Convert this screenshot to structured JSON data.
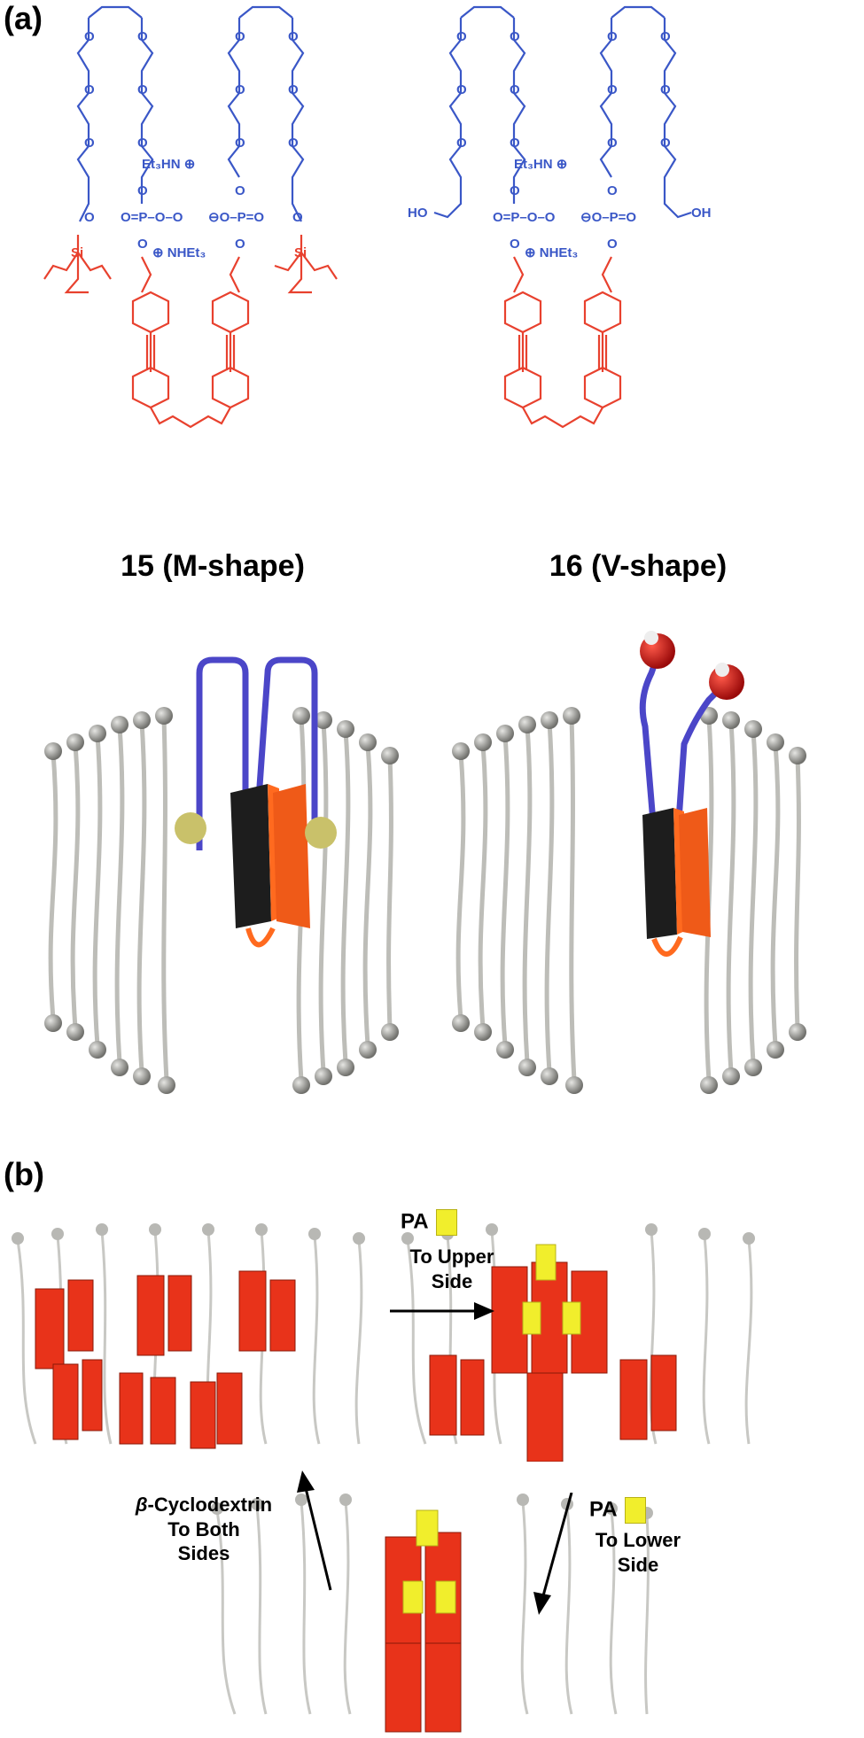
{
  "panel_a": {
    "label": "(a)",
    "compound_15": {
      "caption": "15 (M-shape)",
      "atoms": [
        "O",
        "O",
        "O",
        "O",
        "O",
        "O",
        "O",
        "O",
        "O",
        "O",
        "O",
        "O",
        "O",
        "O",
        "O",
        "O",
        "P",
        "P",
        "Si",
        "Si"
      ],
      "counterion_top": "Et3HN",
      "counterion_bottom": "NHEt3"
    },
    "compound_16": {
      "caption": "16 (V-shape)",
      "terminal_left": "HO",
      "terminal_right": "OH",
      "counterion_top": "Et3HN",
      "counterion_bottom": "NHEt3"
    }
  },
  "panel_b": {
    "label": "(b)",
    "arrow_top": {
      "reagent": "PA",
      "text_line1": "To Upper",
      "text_line2": "Side"
    },
    "arrow_right": {
      "reagent": "PA",
      "text_line1": "To Lower",
      "text_line2": "Side"
    },
    "arrow_left": {
      "reagent_prefix": "β",
      "reagent": "-Cyclodextrin",
      "text_line1": "To Both",
      "text_line2": "Sides"
    }
  },
  "colors": {
    "chem_blue": "#3a57c7",
    "chem_red": "#e8412e",
    "lipid_gray": "#9a9a96",
    "block_red": "#e8331a",
    "pa_yellow": "#f1ee2c"
  }
}
